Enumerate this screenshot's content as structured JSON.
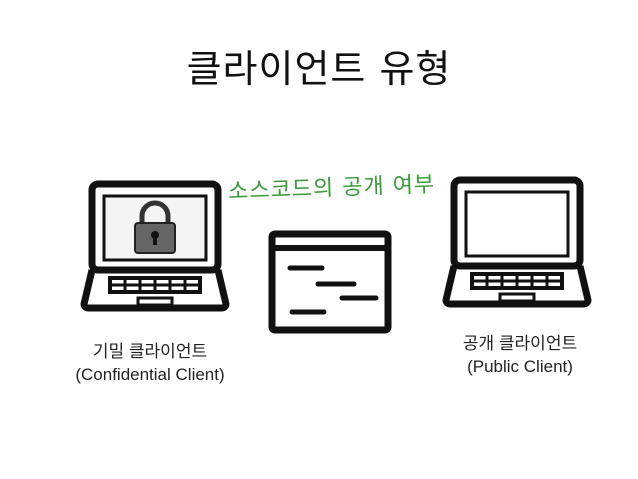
{
  "title": "클라이언트 유형",
  "annotation": "소스코드의 공개 여부",
  "annotation_color": "#3a9a3a",
  "left_client": {
    "name_ko": "기밀 클라이언트",
    "name_en": "(Confidential Client)",
    "icon": "laptop-with-lock-icon"
  },
  "right_client": {
    "name_ko": "공개 클라이언트",
    "name_en": "(Public Client)",
    "icon": "laptop-icon"
  },
  "center_icon": "source-code-window-icon"
}
